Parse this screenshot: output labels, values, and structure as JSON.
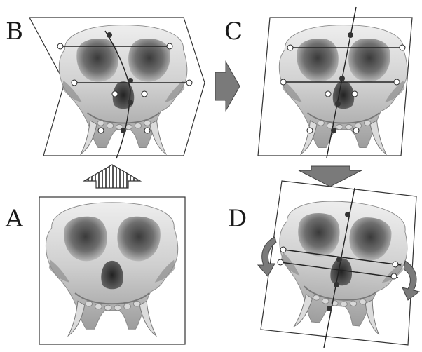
{
  "figure": {
    "panels": [
      {
        "id": "A",
        "label": "A"
      },
      {
        "id": "B",
        "label": "B"
      },
      {
        "id": "C",
        "label": "C"
      },
      {
        "id": "D",
        "label": "D"
      }
    ]
  },
  "colors": {
    "skull_light": "#e3e3e3",
    "skull_mid": "#a9a9a9",
    "skull_dark": "#4a4a4a",
    "frame": "#333333",
    "arrow_fill": "#7a7a7a",
    "landmark_filled": "#333333",
    "landmark_open": "#ffffff"
  },
  "icons": {
    "arrow_hatched": "hatched-up-arrow-icon",
    "arrow_right": "right-arrow-icon",
    "arrow_down": "down-arrow-icon",
    "rotate_left": "rotate-left-icon",
    "rotate_right": "rotate-right-icon"
  }
}
